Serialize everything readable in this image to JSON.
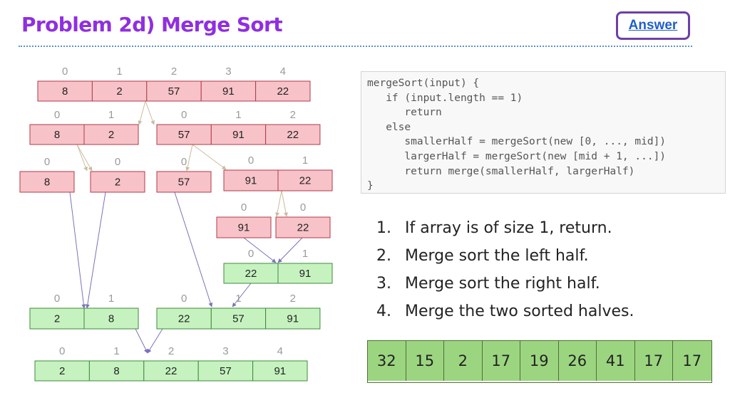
{
  "title": "Problem 2d) Merge Sort",
  "answer_button": "Answer",
  "code_lines": [
    "mergeSort(input) {",
    "   if (input.length == 1)",
    "      return",
    "   else",
    "      smallerHalf = mergeSort(new [0, ..., mid])",
    "      largerHalf = mergeSort(new [mid + 1, ...])",
    "      return merge(smallerHalf, largerHalf)",
    "}"
  ],
  "steps": [
    {
      "num": "1.",
      "text": "If array is of size 1, return."
    },
    {
      "num": "2.",
      "text": "Merge sort the left half."
    },
    {
      "num": "3.",
      "text": "Merge sort the right half."
    },
    {
      "num": "4.",
      "text": "Merge the two sorted halves."
    }
  ],
  "practice_array": [
    "32",
    "15",
    "2",
    "17",
    "19",
    "26",
    "41",
    "17",
    "17"
  ],
  "colors": {
    "unsorted_fill": "#f7c3c8",
    "unsorted_stroke": "#b23a48",
    "sorted_fill": "#c6f2c0",
    "sorted_stroke": "#3f8a3a",
    "split_arrow": "#c9bc9c",
    "merge_arrow": "#7a72b8",
    "index_text": "#9a9a9a"
  },
  "arrays": [
    {
      "id": "a0",
      "state": "unsorted",
      "indices": [
        "0",
        "1",
        "2",
        "3",
        "4"
      ],
      "values": [
        "8",
        "2",
        "57",
        "91",
        "22"
      ]
    },
    {
      "id": "a1",
      "state": "unsorted",
      "indices": [
        "0",
        "1"
      ],
      "values": [
        "8",
        "2"
      ]
    },
    {
      "id": "a2",
      "state": "unsorted",
      "indices": [
        "0",
        "1",
        "2"
      ],
      "values": [
        "57",
        "91",
        "22"
      ]
    },
    {
      "id": "a3",
      "state": "unsorted",
      "indices": [
        "0"
      ],
      "values": [
        "8"
      ]
    },
    {
      "id": "a4",
      "state": "unsorted",
      "indices": [
        "0"
      ],
      "values": [
        "2"
      ]
    },
    {
      "id": "a5",
      "state": "unsorted",
      "indices": [
        "0"
      ],
      "values": [
        "57"
      ]
    },
    {
      "id": "a6",
      "state": "unsorted",
      "indices": [
        "0",
        "1"
      ],
      "values": [
        "91",
        "22"
      ]
    },
    {
      "id": "a7",
      "state": "unsorted",
      "indices": [
        "0"
      ],
      "values": [
        "91"
      ]
    },
    {
      "id": "a8",
      "state": "unsorted",
      "indices": [
        "0"
      ],
      "values": [
        "22"
      ]
    },
    {
      "id": "a9",
      "state": "sorted",
      "indices": [
        "0",
        "1"
      ],
      "values": [
        "22",
        "91"
      ]
    },
    {
      "id": "a10",
      "state": "sorted",
      "indices": [
        "0",
        "1"
      ],
      "values": [
        "2",
        "8"
      ]
    },
    {
      "id": "a11",
      "state": "sorted",
      "indices": [
        "0",
        "1",
        "2"
      ],
      "values": [
        "22",
        "57",
        "91"
      ]
    },
    {
      "id": "a12",
      "state": "sorted",
      "indices": [
        "0",
        "1",
        "2",
        "3",
        "4"
      ],
      "values": [
        "2",
        "8",
        "22",
        "57",
        "91"
      ]
    }
  ],
  "edges": [
    {
      "from": "a0",
      "to": "a1",
      "kind": "split"
    },
    {
      "from": "a0",
      "to": "a2",
      "kind": "split"
    },
    {
      "from": "a1",
      "to": "a3",
      "kind": "split"
    },
    {
      "from": "a1",
      "to": "a4",
      "kind": "split"
    },
    {
      "from": "a2",
      "to": "a5",
      "kind": "split"
    },
    {
      "from": "a2",
      "to": "a6",
      "kind": "split"
    },
    {
      "from": "a6",
      "to": "a7",
      "kind": "split"
    },
    {
      "from": "a6",
      "to": "a8",
      "kind": "split"
    },
    {
      "from": "a7",
      "to": "a9",
      "kind": "merge"
    },
    {
      "from": "a8",
      "to": "a9",
      "kind": "merge"
    },
    {
      "from": "a3",
      "to": "a10",
      "kind": "merge"
    },
    {
      "from": "a4",
      "to": "a10",
      "kind": "merge"
    },
    {
      "from": "a5",
      "to": "a11",
      "kind": "merge"
    },
    {
      "from": "a9",
      "to": "a11",
      "kind": "merge"
    },
    {
      "from": "a10",
      "to": "a12",
      "kind": "merge"
    },
    {
      "from": "a11",
      "to": "a12",
      "kind": "merge"
    }
  ]
}
